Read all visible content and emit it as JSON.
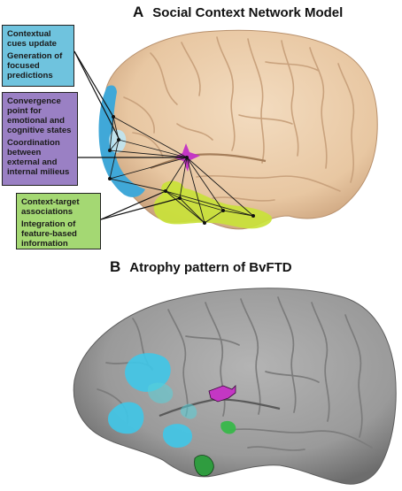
{
  "panel_a": {
    "letter": "A",
    "title": "Social Context Network Model"
  },
  "panel_b": {
    "letter": "B",
    "title": "Atrophy pattern of BvFTD"
  },
  "boxes": {
    "blue": {
      "color": "#6fc3de",
      "line1": "Contextual cues update",
      "line2": "Generation of focused predictions"
    },
    "purple": {
      "color": "#9a80c4",
      "line1": "Convergence point for emotional and cognitive states",
      "line2": "Coordination between external and internal milieus"
    },
    "green": {
      "color": "#a4d873",
      "line1": "Context-target associations",
      "line2": "Integration of feature-based information"
    }
  },
  "colors": {
    "brain_a": "#eecfae",
    "brain_b": "#9a9a9a",
    "frontal_blue": "#40a8d8",
    "insula_magenta": "#c437c4",
    "temporal_green": "#c9e23a",
    "atrophy_cyan": "#3fc7e8",
    "atrophy_green": "#38b84a"
  }
}
